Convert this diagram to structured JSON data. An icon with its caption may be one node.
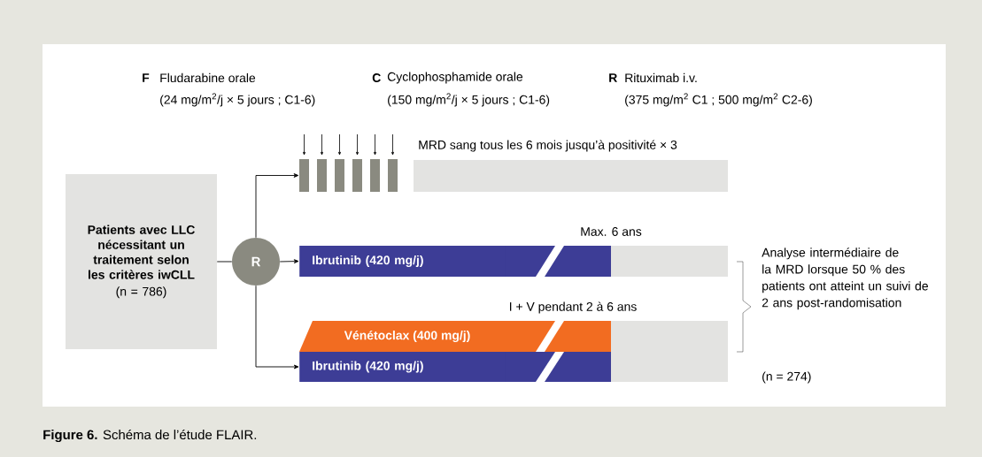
{
  "diagram": {
    "caption": "**Figure 6.** Schéma de l’étude FLAIR.",
    "nodes": [
      {
        "text": [
          "Patients avec LLC nécessitant un traitement selon les critères iwCLL",
          "(n = 786)"
        ]
      },
      {
        "text": [
          "R"
        ]
      },
      {
        "text": [],
        "shape": "bar"
      },
      {
        "text": [
          "Ibrutinib (420 mg/j)"
        ]
      },
      {
        "text": [
          "Vénétoclax (400 mg/j)"
        ]
      },
      {
        "text": [
          "Ibrutinib (420 mg/j)"
        ]
      },
      {
        "text": [],
        "shape": "bar"
      },
      {
        "text": [],
        "shape": "bar"
      },
      {
        "text": [],
        "shape": "bar"
      }
    ],
    "edges": [
      {
        "from": 0,
        "to": 1,
        "arrow": "none"
      },
      {
        "from": 1,
        "to": 2,
        "arrow": "to"
      },
      {
        "from": 1,
        "to": 3,
        "arrow": "to"
      },
      {
        "from": 1,
        "to": 5,
        "arrow": "to"
      }
    ],
    "labels": [
      "F",
      "Fludarabine orale",
      "(24 mg/m$^{2}$/j × 5 jours ; C1-6)",
      "C",
      "Cyclophosphamide orale",
      "(150 mg/m$^{2}$/j × 5 jours ; C1-6)",
      "R",
      "Rituximab i.v.",
      "(375 mg/m$^{2}$ C1 ; 500 mg/m$^{2}$ C2-6)",
      "MRD sang tous les 6 mois jusqu’à positivité × 3",
      "Max. 6 ans",
      "I + V pendant 2 à 6 ans",
      "Analyse intermédiaire de la MRD lorsque 50 % des patients ont atteint un suivi de 2 ans post-randomisation",
      "(n = 274)"
    ]
  }
}
